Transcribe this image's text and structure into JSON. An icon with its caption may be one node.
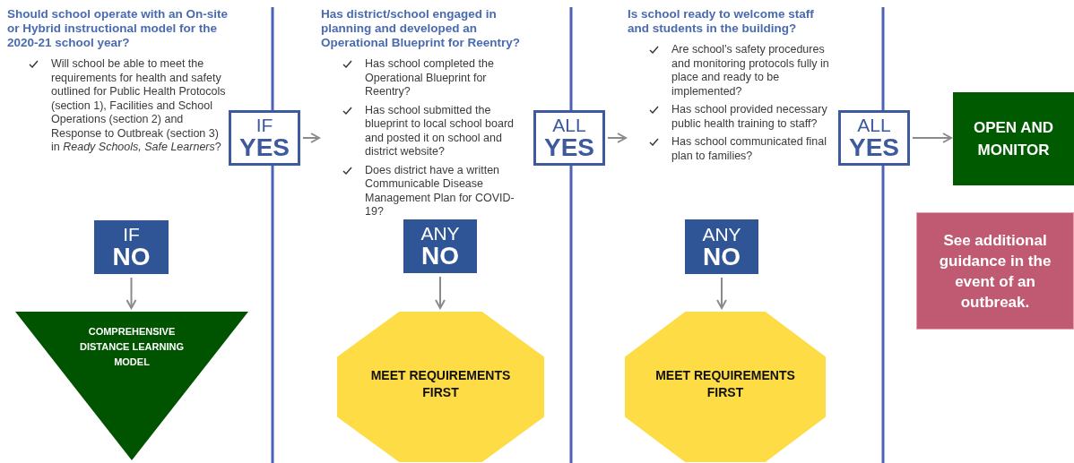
{
  "diagram": {
    "nodes": [
      {
        "text": [
          "Should school operate with an On-site or Hybrid instructional model for the 2020-21 school year?",
          "Will school be able to meet the requirements for health and safety outlined for Public Health Protocols (section 1), Facilities and School Operations (section 2) and Response to Outbreak (section 3) in *Ready Schools, Safe Learners*?"
        ]
      },
      {
        "text": [
          "IF",
          "YES"
        ]
      },
      {
        "text": [
          "IF",
          "NO"
        ]
      },
      {
        "text": [
          "COMPREHENSIVE DISTANCE LEARNING MODEL"
        ]
      },
      {
        "text": [
          "Has district/school engaged in planning and developed an Operational Blueprint for Reentry?",
          "Has school completed the Operational Blueprint for Reentry?",
          "Has school submitted the blueprint to local school board and posted it on school and district website?",
          "Does district have a written Communicable Disease Management Plan for COVID-19?"
        ]
      },
      {
        "text": [
          "ALL",
          "YES"
        ]
      },
      {
        "text": [
          "ANY",
          "NO"
        ]
      },
      {
        "text": [
          "MEET REQUIREMENTS FIRST"
        ]
      },
      {
        "text": [
          "Is school ready to welcome staff and students in the building?",
          "Are school’s safety procedures and monitoring protocols fully in place and ready to be implemented?",
          "Has school provided necessary public health training to staff?",
          "Has school communicated final plan to families?"
        ]
      },
      {
        "text": [
          "ALL",
          "YES"
        ]
      },
      {
        "text": [
          "ANY",
          "NO"
        ]
      },
      {
        "text": [
          "MEET REQUIREMENTS FIRST"
        ]
      },
      {
        "text": [
          "OPEN AND MONITOR"
        ]
      },
      {
        "text": [
          "See additional guidance in the event of an outbreak."
        ]
      }
    ],
    "edges": [
      {
        "from": 1,
        "to": 4,
        "arrow": "to"
      },
      {
        "from": 2,
        "to": 3,
        "arrow": "to"
      },
      {
        "from": 5,
        "to": 8,
        "arrow": "to"
      },
      {
        "from": 6,
        "to": 7,
        "arrow": "to"
      },
      {
        "from": 9,
        "to": 12,
        "arrow": "to"
      },
      {
        "from": 10,
        "to": 11,
        "arrow": "to"
      }
    ]
  }
}
